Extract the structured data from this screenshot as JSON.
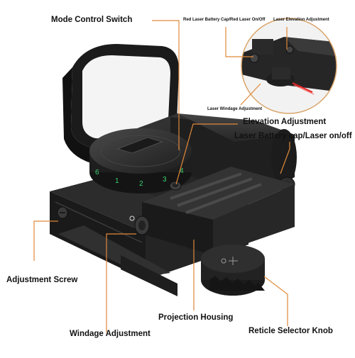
{
  "labels": {
    "mode_control_switch": "Mode Control Switch",
    "red_laser_battery_cap": "Red Laser Battery Cap/Red Laser On/Off",
    "laser_elevation_adjustment": "Laser Elevation Adjustment",
    "laser_windage_adjustment": "Laser Windage Adjustment",
    "elevation_adjustment": "Elevation Adjustment",
    "laser_battery_cap": "Laser Battery cap/Laser on/off",
    "adjustment_screw": "Adjustment Screw",
    "windage_adjustment": "Windage Adjustment",
    "projection_housing": "Projection Housing",
    "reticle_selector_knob": "Reticle Selector Knob"
  },
  "dial_numbers": [
    "6",
    "1",
    "2",
    "3",
    "4"
  ],
  "colors": {
    "leader_line": "#e0893a",
    "inset_circle": "#d9a56a",
    "metal": "#222222",
    "dial_digit": "#3cd070",
    "laser": "#e02020"
  }
}
